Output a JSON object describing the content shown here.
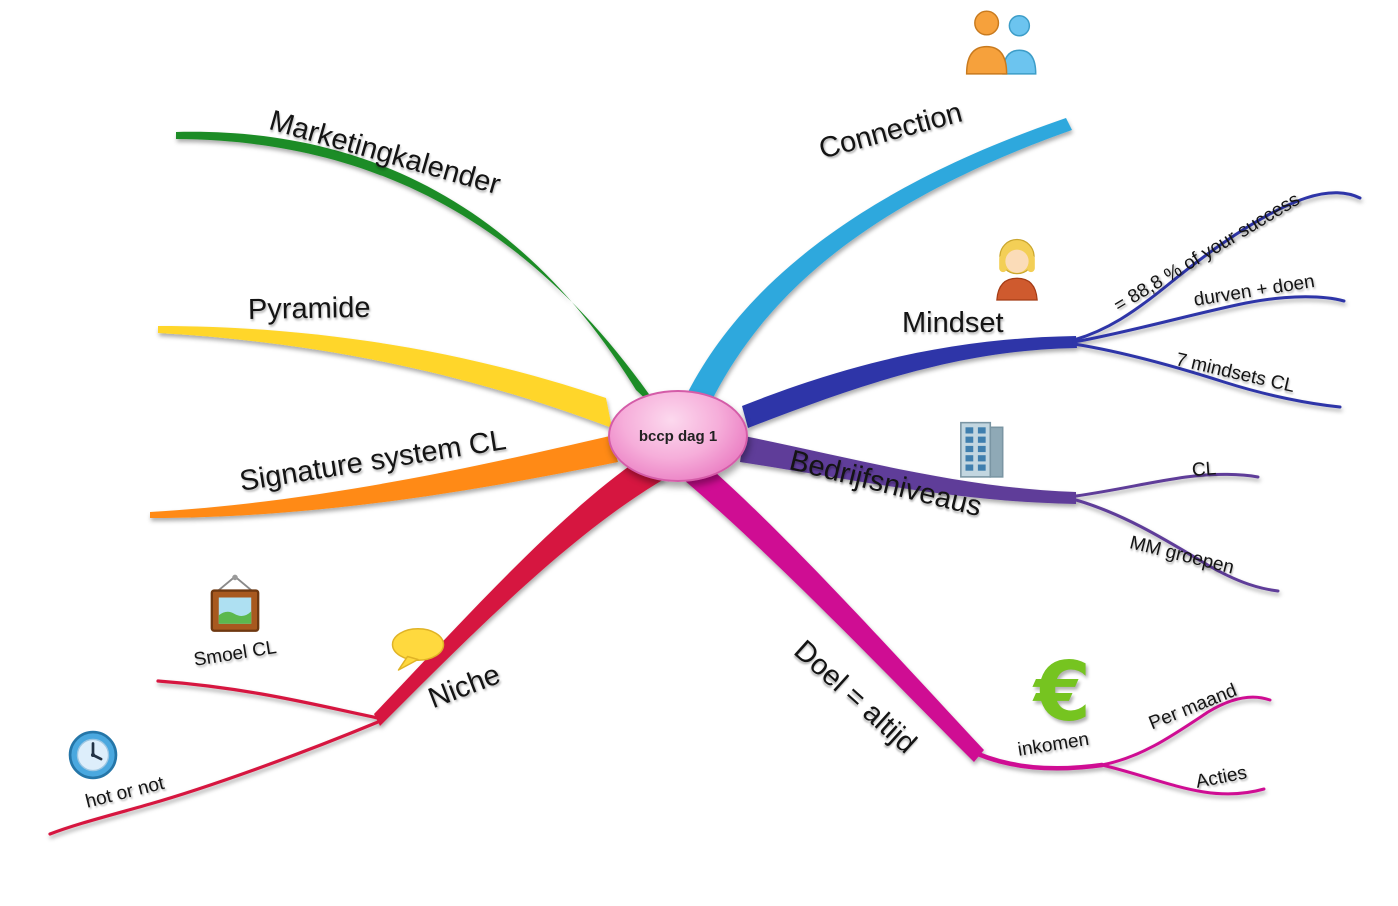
{
  "center": {
    "label": "bccp dag 1",
    "fill": "#f6aeda",
    "border": "#d45ca8"
  },
  "branches": {
    "marketingkalender": {
      "label": "Marketingkalender",
      "color": "#1f8c28"
    },
    "pyramide": {
      "label": "Pyramide",
      "color": "#ffd629"
    },
    "signature": {
      "label": "Signature system CL",
      "color": "#ff8a14"
    },
    "niche": {
      "label": "Niche",
      "color": "#d6193f",
      "children": {
        "smoel": {
          "label": "Smoel CL"
        },
        "hotornot": {
          "label": "hot or not"
        }
      }
    },
    "doel": {
      "label": "Doel = altijd",
      "color": "#cf0d93",
      "children": {
        "inkomen": {
          "label": "inkomen",
          "children": {
            "permaand": {
              "label": "Per maand"
            },
            "acties": {
              "label": "Acties"
            }
          }
        }
      }
    },
    "bedrijfsniveaus": {
      "label": "Bedrijfsniveaus",
      "color": "#5f3d99",
      "children": {
        "cl": {
          "label": "CL"
        },
        "mm": {
          "label": "MM groepen"
        }
      }
    },
    "mindset": {
      "label": "Mindset",
      "color": "#2d35a8",
      "children": {
        "success": {
          "label": "= 88,8 % of your success"
        },
        "durven": {
          "label": "durven + doen"
        },
        "seven": {
          "label": "7 mindsets CL"
        }
      }
    },
    "connection": {
      "label": "Connection",
      "color": "#2fa8dd"
    }
  },
  "icons": {
    "connection": {
      "name": "two-people-icon"
    },
    "mindset": {
      "name": "woman-icon"
    },
    "bedrijfsniveaus": {
      "name": "office-building-icon"
    },
    "doel": {
      "name": "euro-sign-icon",
      "glyph": "€",
      "color": "#76c420"
    },
    "niche": {
      "name": "speech-bubble-icon"
    },
    "smoel_cl": {
      "name": "picture-frame-icon"
    },
    "hot_or_not": {
      "name": "clock-icon"
    }
  }
}
